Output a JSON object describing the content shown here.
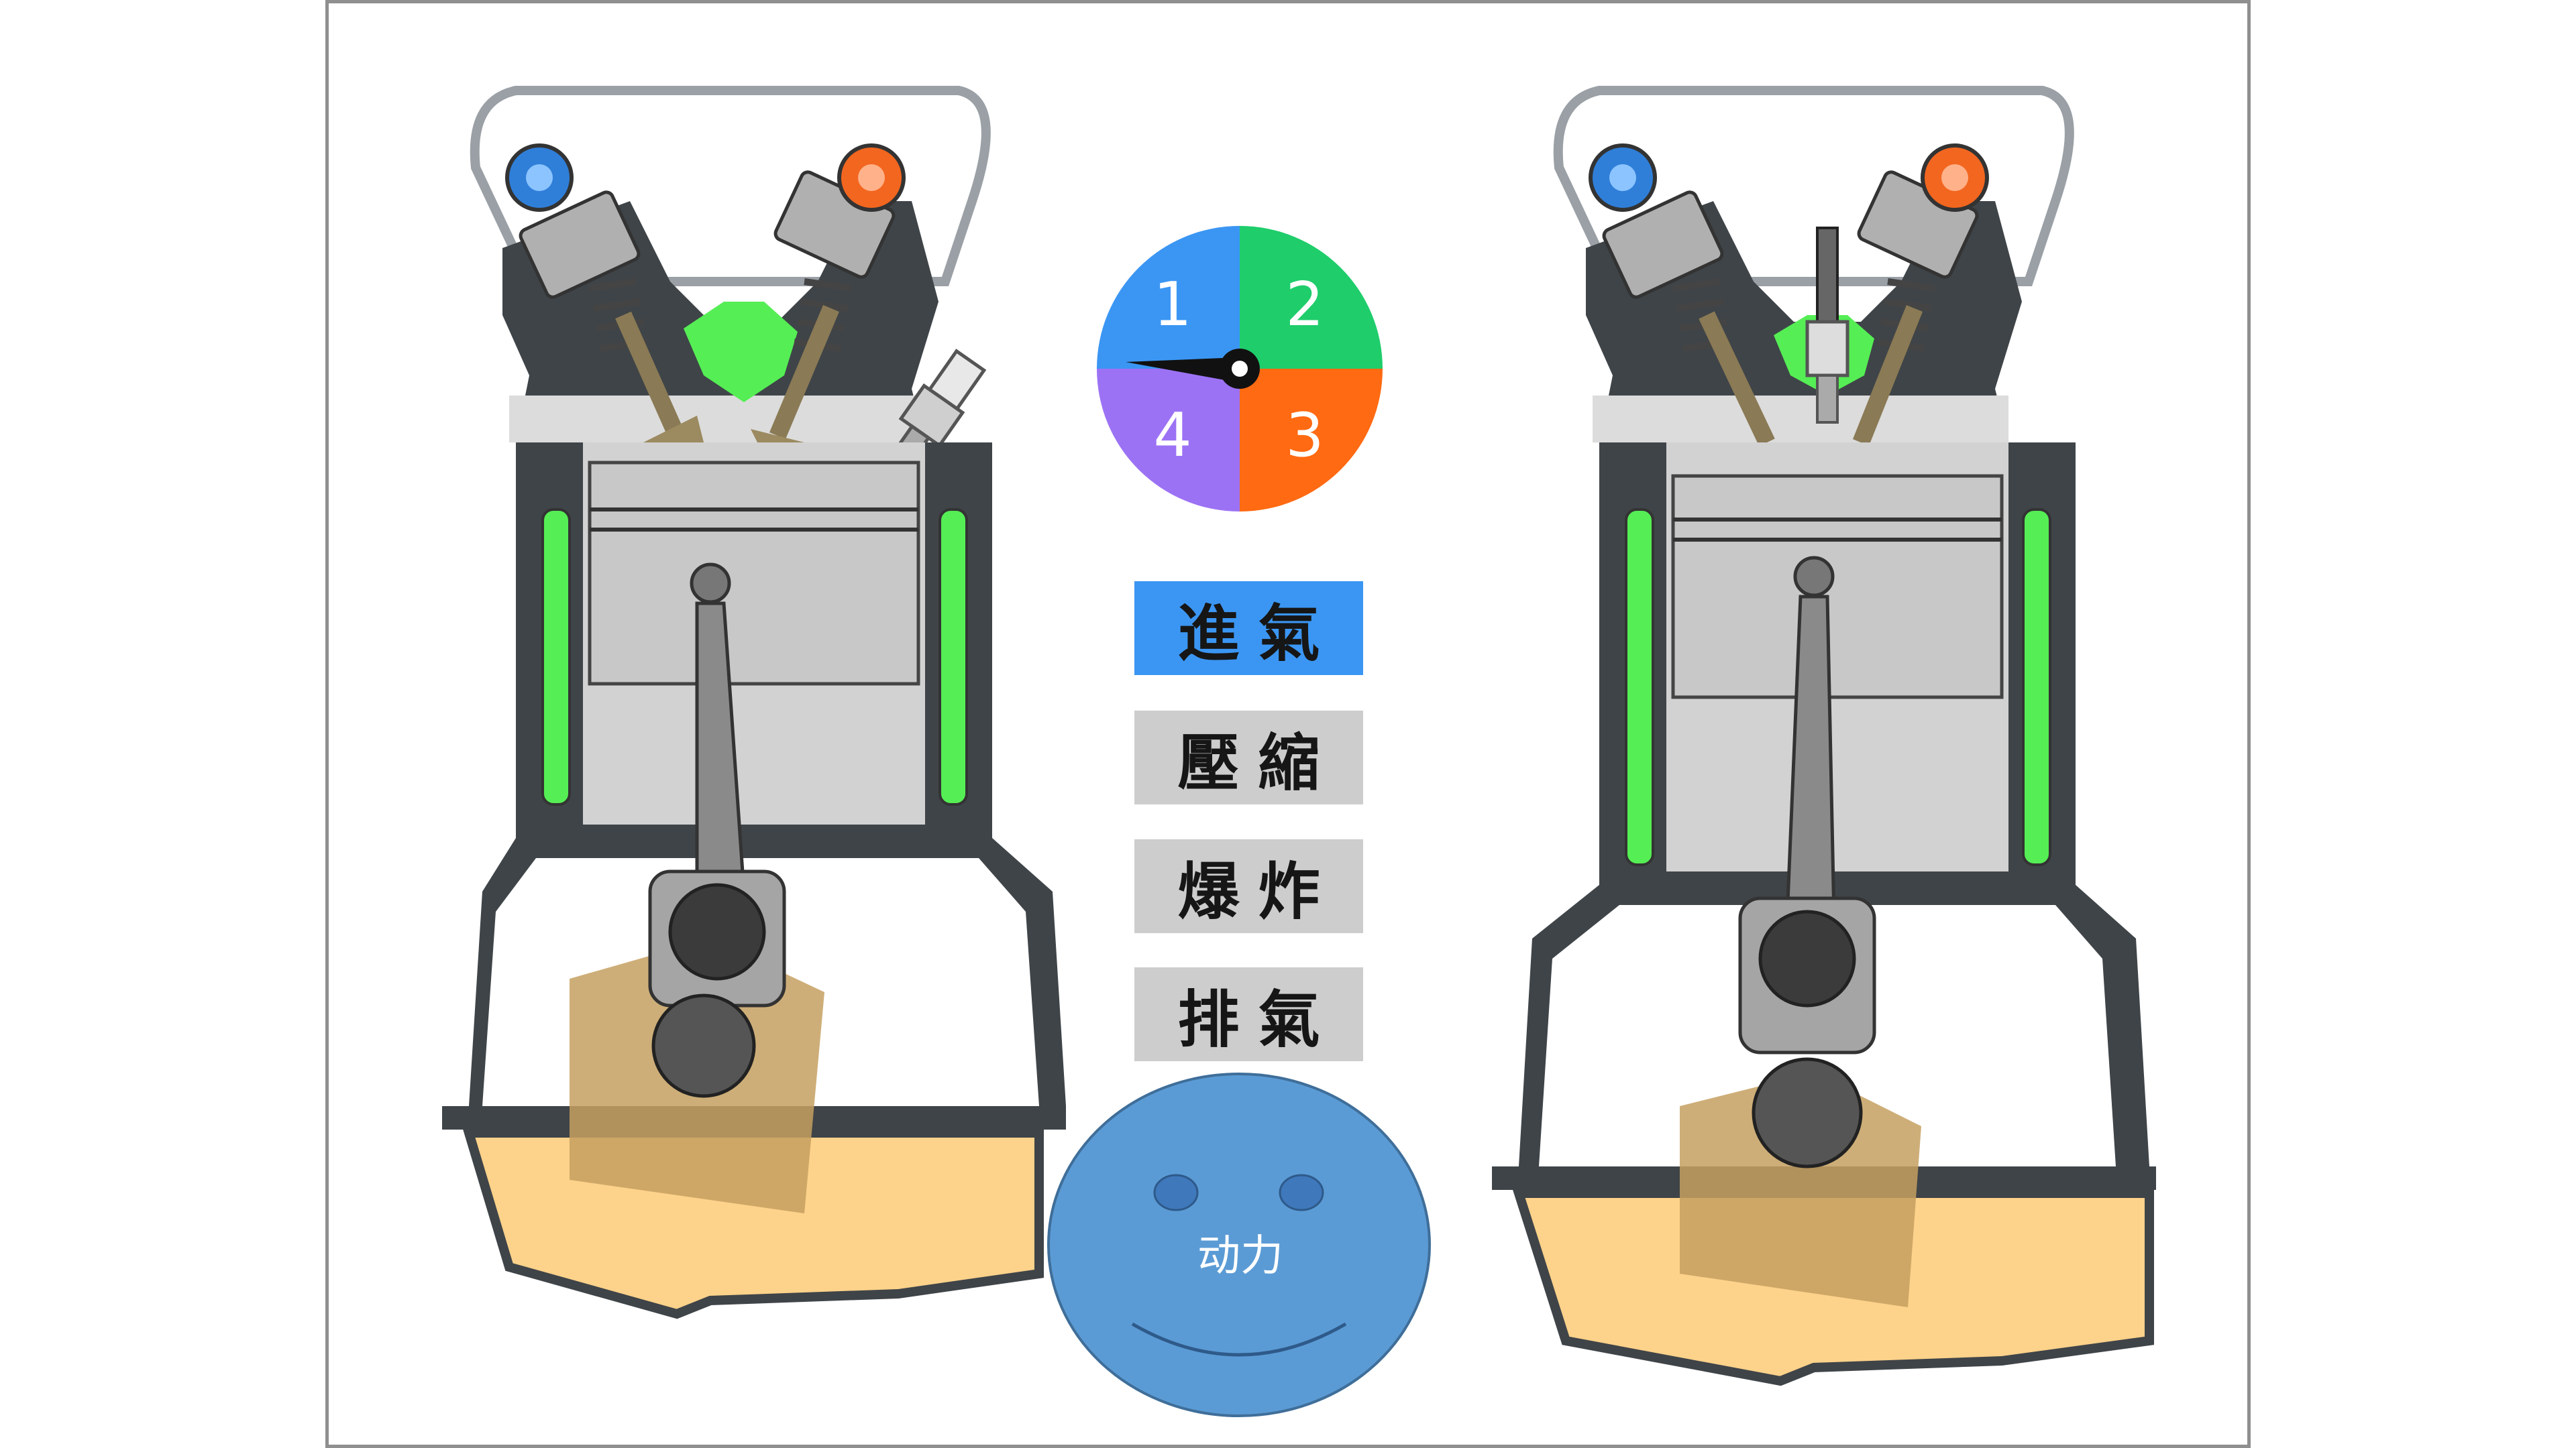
{
  "dial": {
    "quadrants": [
      {
        "label": "1",
        "color": "#3b96f3"
      },
      {
        "label": "2",
        "color": "#1fcd6b"
      },
      {
        "label": "3",
        "color": "#ff6a12"
      },
      {
        "label": "4",
        "color": "#9c72f5"
      }
    ]
  },
  "strokes": [
    {
      "label": "進氣",
      "active": true
    },
    {
      "label": "壓縮",
      "active": false
    },
    {
      "label": "爆炸",
      "active": false
    },
    {
      "label": "排氣",
      "active": false
    }
  ],
  "face": {
    "label": "动力",
    "color": "#5b9bd5"
  },
  "colors": {
    "coolant": "#55ee55",
    "oil": "#fdd28a",
    "intake_valve": "#2f7fd9",
    "exhaust_valve": "#f2661f",
    "block": "#3f4448",
    "piston": "#c8c8c8"
  }
}
